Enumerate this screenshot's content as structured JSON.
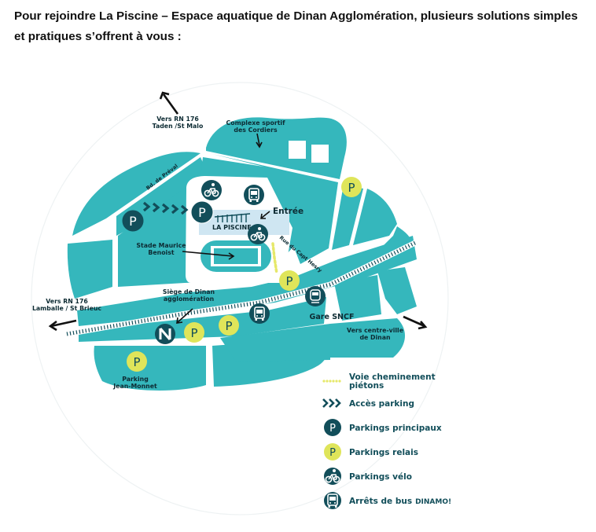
{
  "intro": {
    "line1": "Pour rejoindre La Piscine – Espace aquatique de Dinan Agglomération, plusieurs solutions simples",
    "line2": "et pratiques s’offrent à vous :"
  },
  "colors": {
    "land": "#35b7bc",
    "road": "#ffffff",
    "dark_marker": "#124e5a",
    "relay_marker": "#dfe55a",
    "pool_highlight": "#cfe6f2",
    "pedestrian_path": "#e6e86a",
    "text": "#0d2b33"
  },
  "map": {
    "labels": {
      "rn176_north_1": "Vers RN 176",
      "rn176_north_2": "Taden /St Malo",
      "cordiers_1": "Complexe sportif",
      "cordiers_2": "des Cordiers",
      "bd_preval": "Bd. de Préval",
      "entree": "Entrée",
      "pool_logo": "LA PISCINE",
      "stade_1": "Stade Maurice",
      "stade_2": "Benoist",
      "rue_capt": "Rue du Capt Hesry",
      "rn176_west_1": "Vers RN 176",
      "rn176_west_2": "Lamballe / St Brieuc",
      "siege_1": "Siège de Dinan",
      "siege_2": "agglomération",
      "gare": "Gare SNCF",
      "centre_1": "Vers centre-ville",
      "centre_2": "de Dinan",
      "jean_monnet_1": "Parking",
      "jean_monnet_2": "Jean-Monnet"
    },
    "marker_glyphs": {
      "parking": "P"
    }
  },
  "legend": {
    "items": [
      {
        "icon": "pedestrian-path-icon",
        "label_1": "Voie cheminement",
        "label_2": "piétons"
      },
      {
        "icon": "chevrons-icon",
        "label_1": "Accès parking"
      },
      {
        "icon": "parking-main-icon",
        "label_1": "Parkings principaux"
      },
      {
        "icon": "parking-relay-icon",
        "label_1": "Parkings relais"
      },
      {
        "icon": "bike-parking-icon",
        "label_1": "Parkings vélo"
      },
      {
        "icon": "bus-stop-icon",
        "label_1": "Arrêts de bus",
        "brand": "DINAMO",
        "brand_suffix": "!"
      }
    ]
  }
}
